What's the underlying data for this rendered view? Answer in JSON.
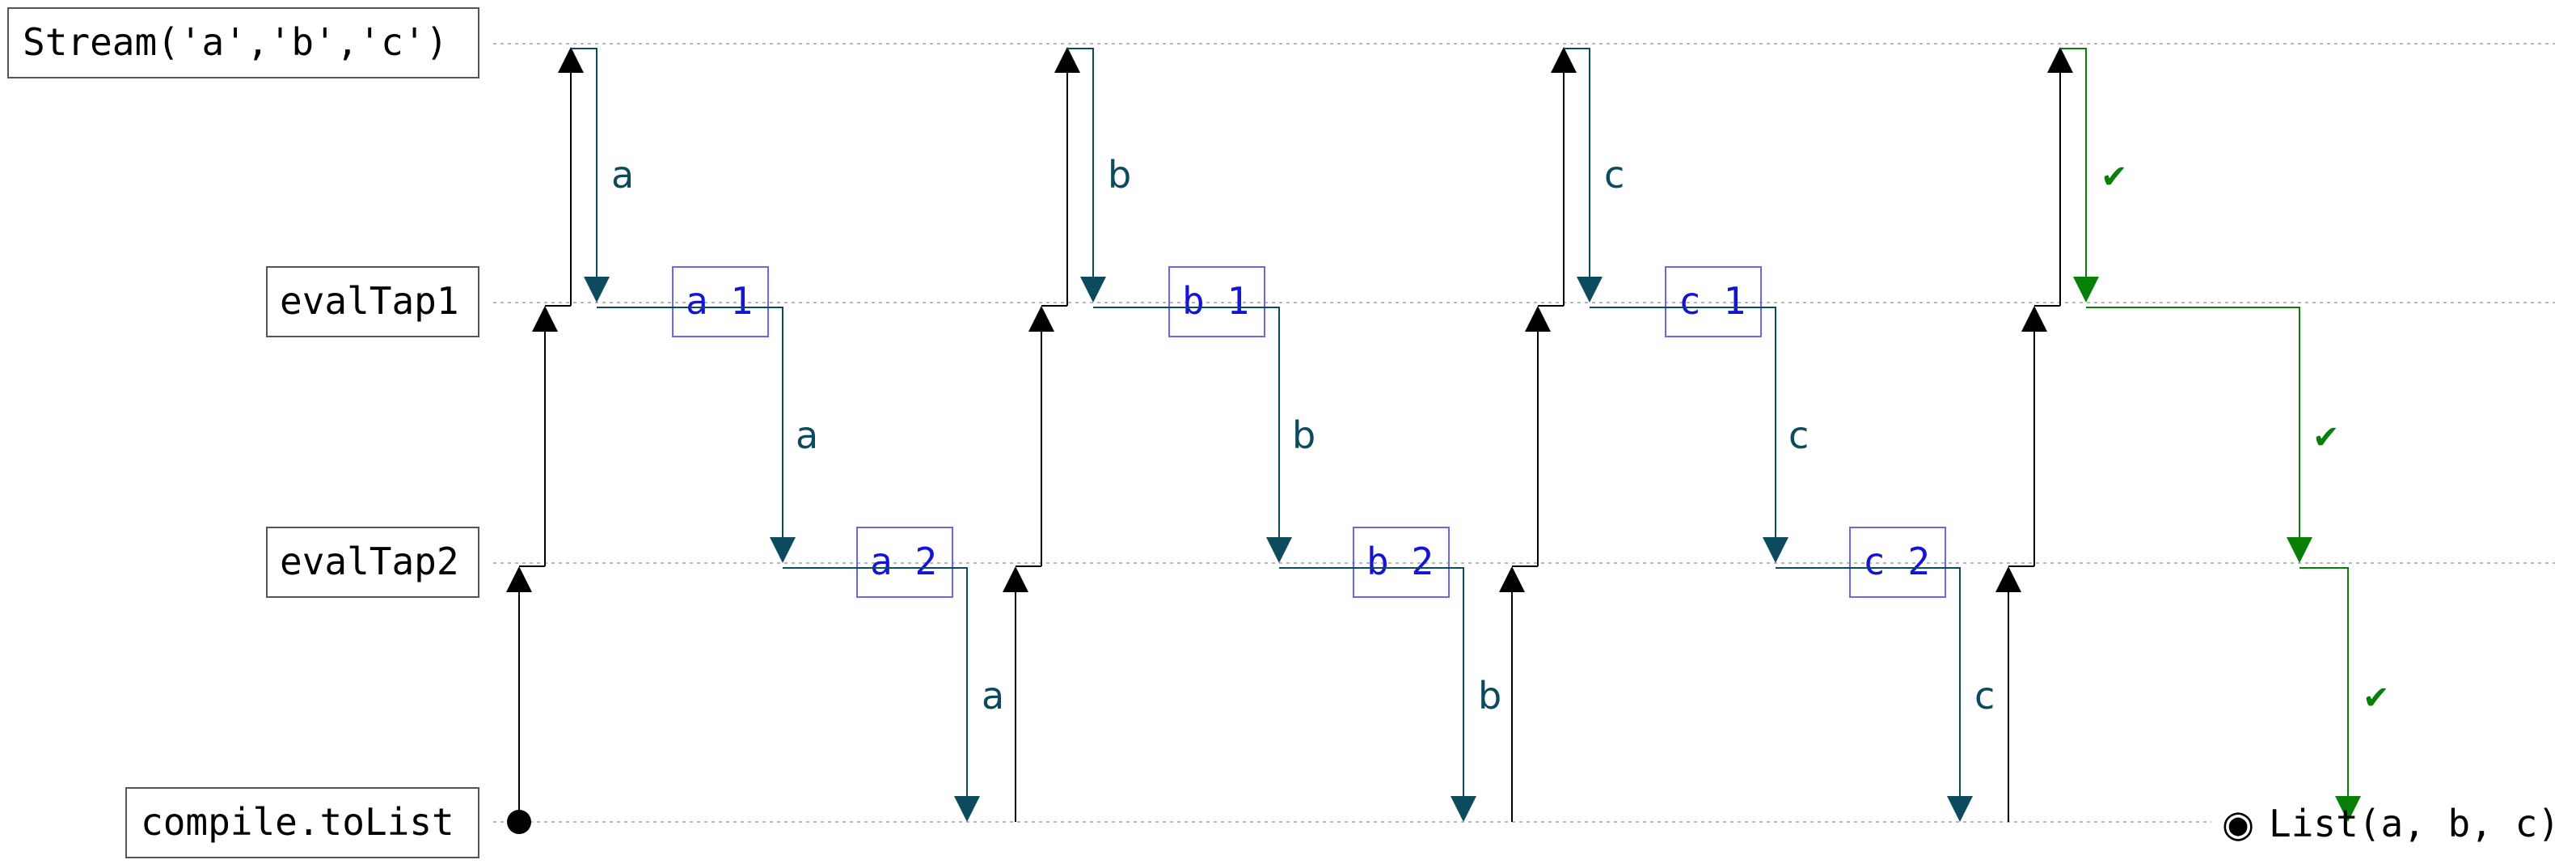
{
  "diagram": {
    "lanes": [
      {
        "id": "stream",
        "label": "Stream('a','b','c')"
      },
      {
        "id": "tap1",
        "label": "evalTap1"
      },
      {
        "id": "tap2",
        "label": "evalTap2"
      },
      {
        "id": "tolist",
        "label": "compile.toList"
      }
    ],
    "steps": [
      {
        "element": "a",
        "tap1_box": "a 1",
        "tap2_box": "a 2"
      },
      {
        "element": "b",
        "tap1_box": "b 1",
        "tap2_box": "b 2"
      },
      {
        "element": "c",
        "tap1_box": "c 1",
        "tap2_box": "c 2"
      }
    ],
    "done_mark": "✔",
    "result": {
      "symbol": "◉",
      "text": "List(a, b, c)"
    },
    "colors": {
      "pull": "#000000",
      "value": "#0c4a5e",
      "done": "#068006",
      "box_border": "#6767f0",
      "box_text": "#1414d6",
      "lane_line": "#b8b8b8",
      "label_border": "#555555"
    }
  }
}
